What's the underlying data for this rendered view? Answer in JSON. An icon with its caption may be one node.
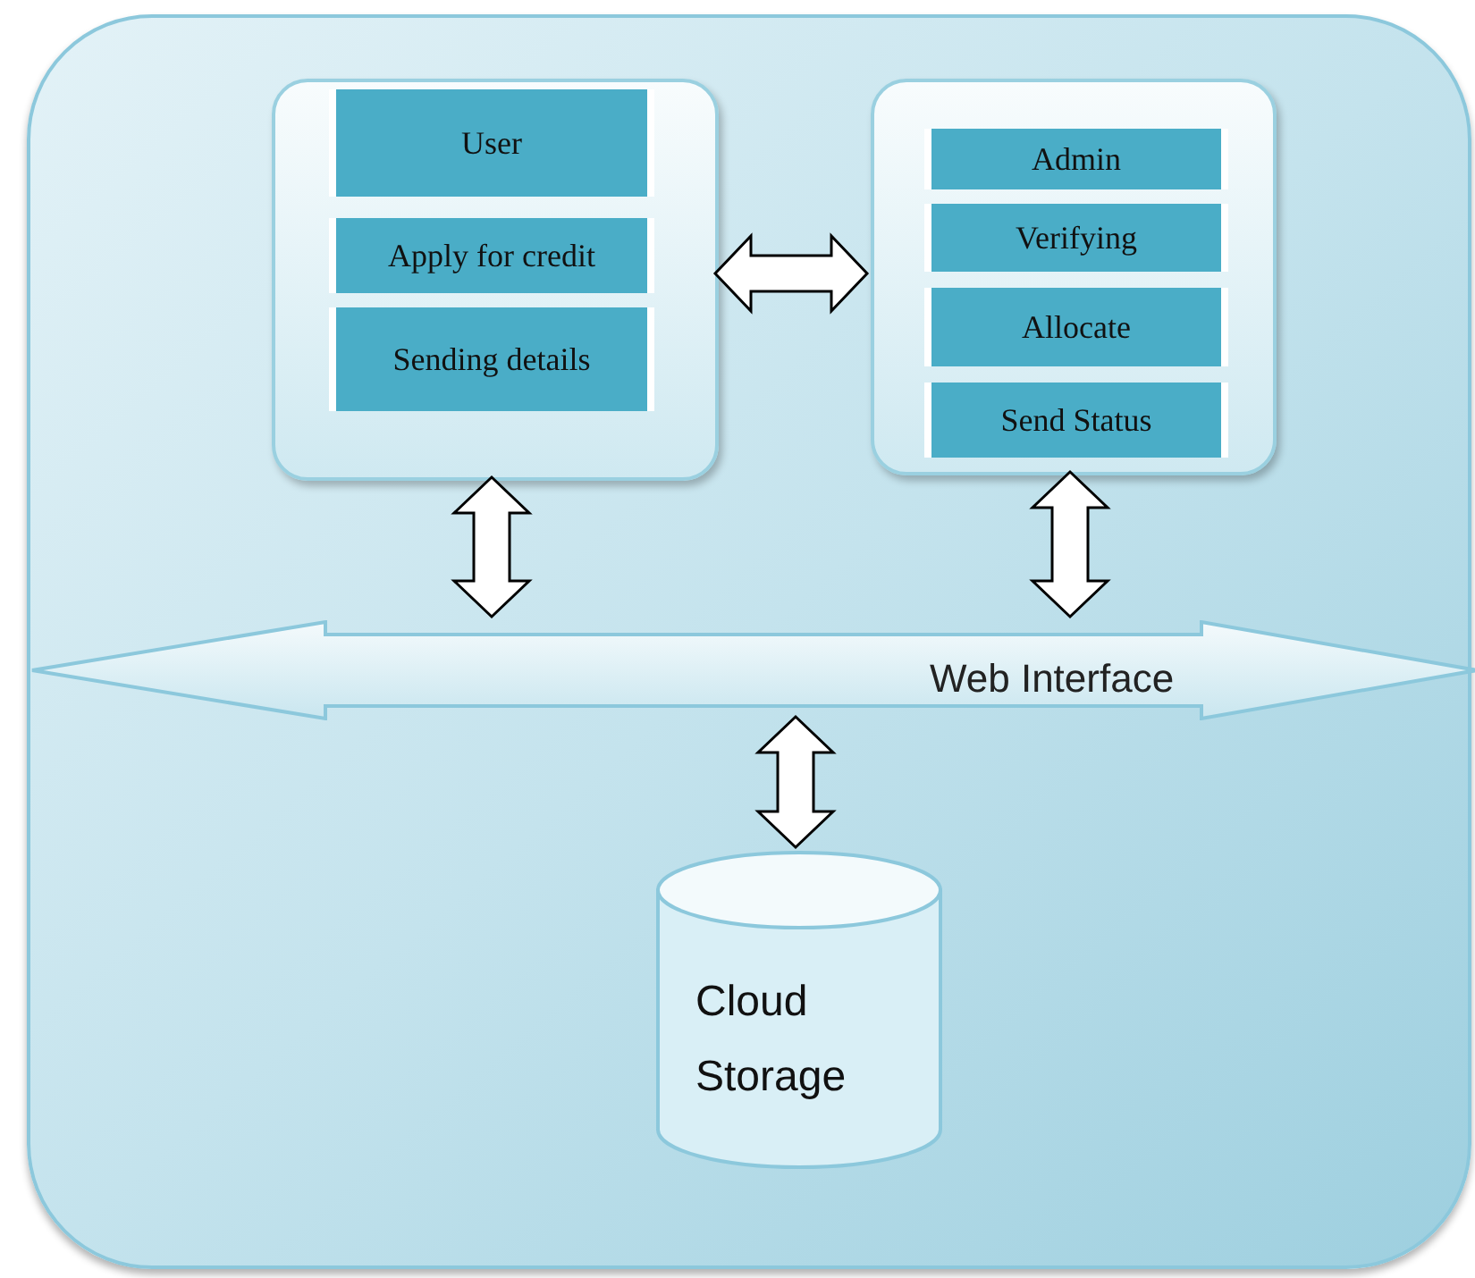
{
  "diagram": {
    "nodes": [
      {
        "text": [],
        "shape": "box"
      },
      {
        "text": [],
        "shape": "box",
        "in": 0
      },
      {
        "text": [
          "User"
        ],
        "in": 1
      },
      {
        "text": [
          "Apply for credit"
        ],
        "in": 1
      },
      {
        "text": [
          "Sending details"
        ],
        "in": 1
      },
      {
        "text": [],
        "shape": "box",
        "in": 0
      },
      {
        "text": [
          "Admin"
        ],
        "in": 5
      },
      {
        "text": [
          "Verifying"
        ],
        "in": 5
      },
      {
        "text": [
          "Allocate"
        ],
        "in": 5
      },
      {
        "text": [
          "Send Status"
        ],
        "in": 5
      },
      {
        "text": [
          "Web Interface"
        ],
        "in": 0
      },
      {
        "text": [
          "Cloud Storage"
        ],
        "in": 0
      }
    ],
    "edges": [
      {
        "from": 1,
        "to": 5,
        "arrow": "both"
      },
      {
        "from": 1,
        "to": 10,
        "arrow": "both"
      },
      {
        "from": 5,
        "to": 10,
        "arrow": "both"
      },
      {
        "from": 10,
        "to": 11,
        "arrow": "both"
      }
    ]
  }
}
